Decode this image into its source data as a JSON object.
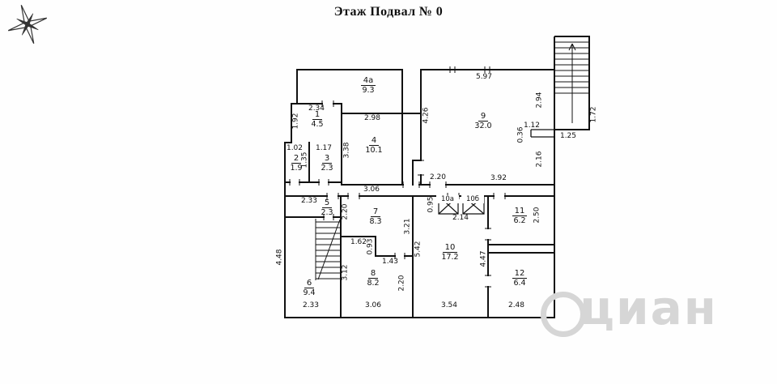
{
  "title": "Этаж Подвал № 0",
  "watermark": "циан",
  "rooms": {
    "r1": {
      "number": "1",
      "area": "4.5"
    },
    "r2": {
      "number": "2",
      "area": "1.9"
    },
    "r3": {
      "number": "3",
      "area": "2.3"
    },
    "r4": {
      "number": "4",
      "area": "10.1"
    },
    "r4a": {
      "number": "4а",
      "area": "9.3"
    },
    "r5": {
      "number": "5",
      "area": "2.3"
    },
    "r6": {
      "number": "6",
      "area": "9.4"
    },
    "r7": {
      "number": "7",
      "area": "8.3"
    },
    "r8": {
      "number": "8",
      "area": "8.2"
    },
    "r9": {
      "number": "9",
      "area": "32.0"
    },
    "r10": {
      "number": "10",
      "area": "17.2"
    },
    "r10a": {
      "label": "10а"
    },
    "r10b": {
      "label": "10б"
    },
    "r11": {
      "number": "11",
      "area": "6.2"
    },
    "r12": {
      "number": "12",
      "area": "6.4"
    }
  },
  "dims": {
    "stair_width": "1.25",
    "stair_depth": "1.72",
    "r1_w": "2.34",
    "r1_h": "1.92",
    "r2_w": "1.02",
    "r2_h": "1.35",
    "r3_w": "1.17",
    "r4_w": "2.98",
    "r4_h": "3.38",
    "r9_w_top": "5.97",
    "r9_h_left": "4.26",
    "r9_h_right_up": "2.94",
    "r9_notch_w": "1.12",
    "r9_notch_h": "0.36",
    "r9_h_right_low": "2.16",
    "r9_w_bottom": "3.92",
    "r9_door_w": "2.20",
    "hall_w": "3.06",
    "r5_w": "2.33",
    "r6_h": "4.48",
    "r6_w": "2.33",
    "r7_h": "2.20",
    "r7_right_h": "3.21",
    "jog_w1": "1.62",
    "jog_h": "0.93",
    "jog_w2": "1.43",
    "r8_h": "3.12",
    "r8_right_h": "2.20",
    "r8_w": "3.06",
    "r10_h": "5.42",
    "r10_w": "3.54",
    "shaft_h": "0.95",
    "shaft_w": "2.14",
    "r11_h": "2.50",
    "r12_h": "4.47",
    "r12_w": "2.48"
  }
}
